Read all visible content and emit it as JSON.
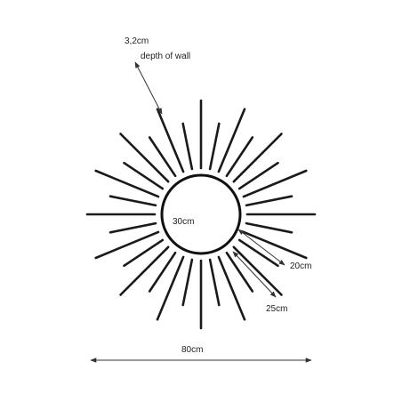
{
  "labels": {
    "depth_value": "3,2cm",
    "depth_caption": "depth of wall",
    "mirror_diameter": "30cm",
    "short_ray_length": "20cm",
    "long_ray_length": "25cm",
    "overall_width": "80cm"
  },
  "colors": {
    "ray": "#1a1a1a",
    "frame": "#111111",
    "dimension_line": "#333333",
    "mirror_fill": "#ffffff"
  }
}
